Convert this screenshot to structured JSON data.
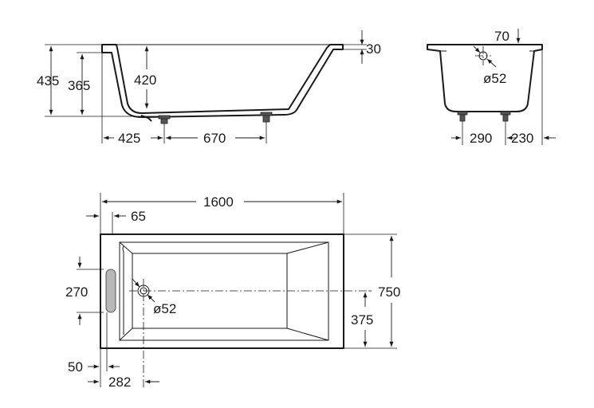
{
  "side_view": {
    "height_total": "435",
    "height_rim": "365",
    "depth_inner": "420",
    "rim_thickness": "30",
    "offset_front": "425",
    "feet_spacing": "670"
  },
  "end_view": {
    "overflow_height": "70",
    "overflow_diameter": "ø52",
    "feet_spacing": "290",
    "offset_side": "230"
  },
  "plan_view": {
    "length": "1600",
    "drain_offset_edge": "65",
    "width": "750",
    "drain_center_height": "375",
    "grip_length": "270",
    "drain_diameter": "ø52",
    "grip_offset": "50",
    "drain_offset_end": "282"
  },
  "colors": {
    "line": "#1a1a1a",
    "grip_fill": "#b8b8b8",
    "background": "#ffffff"
  }
}
